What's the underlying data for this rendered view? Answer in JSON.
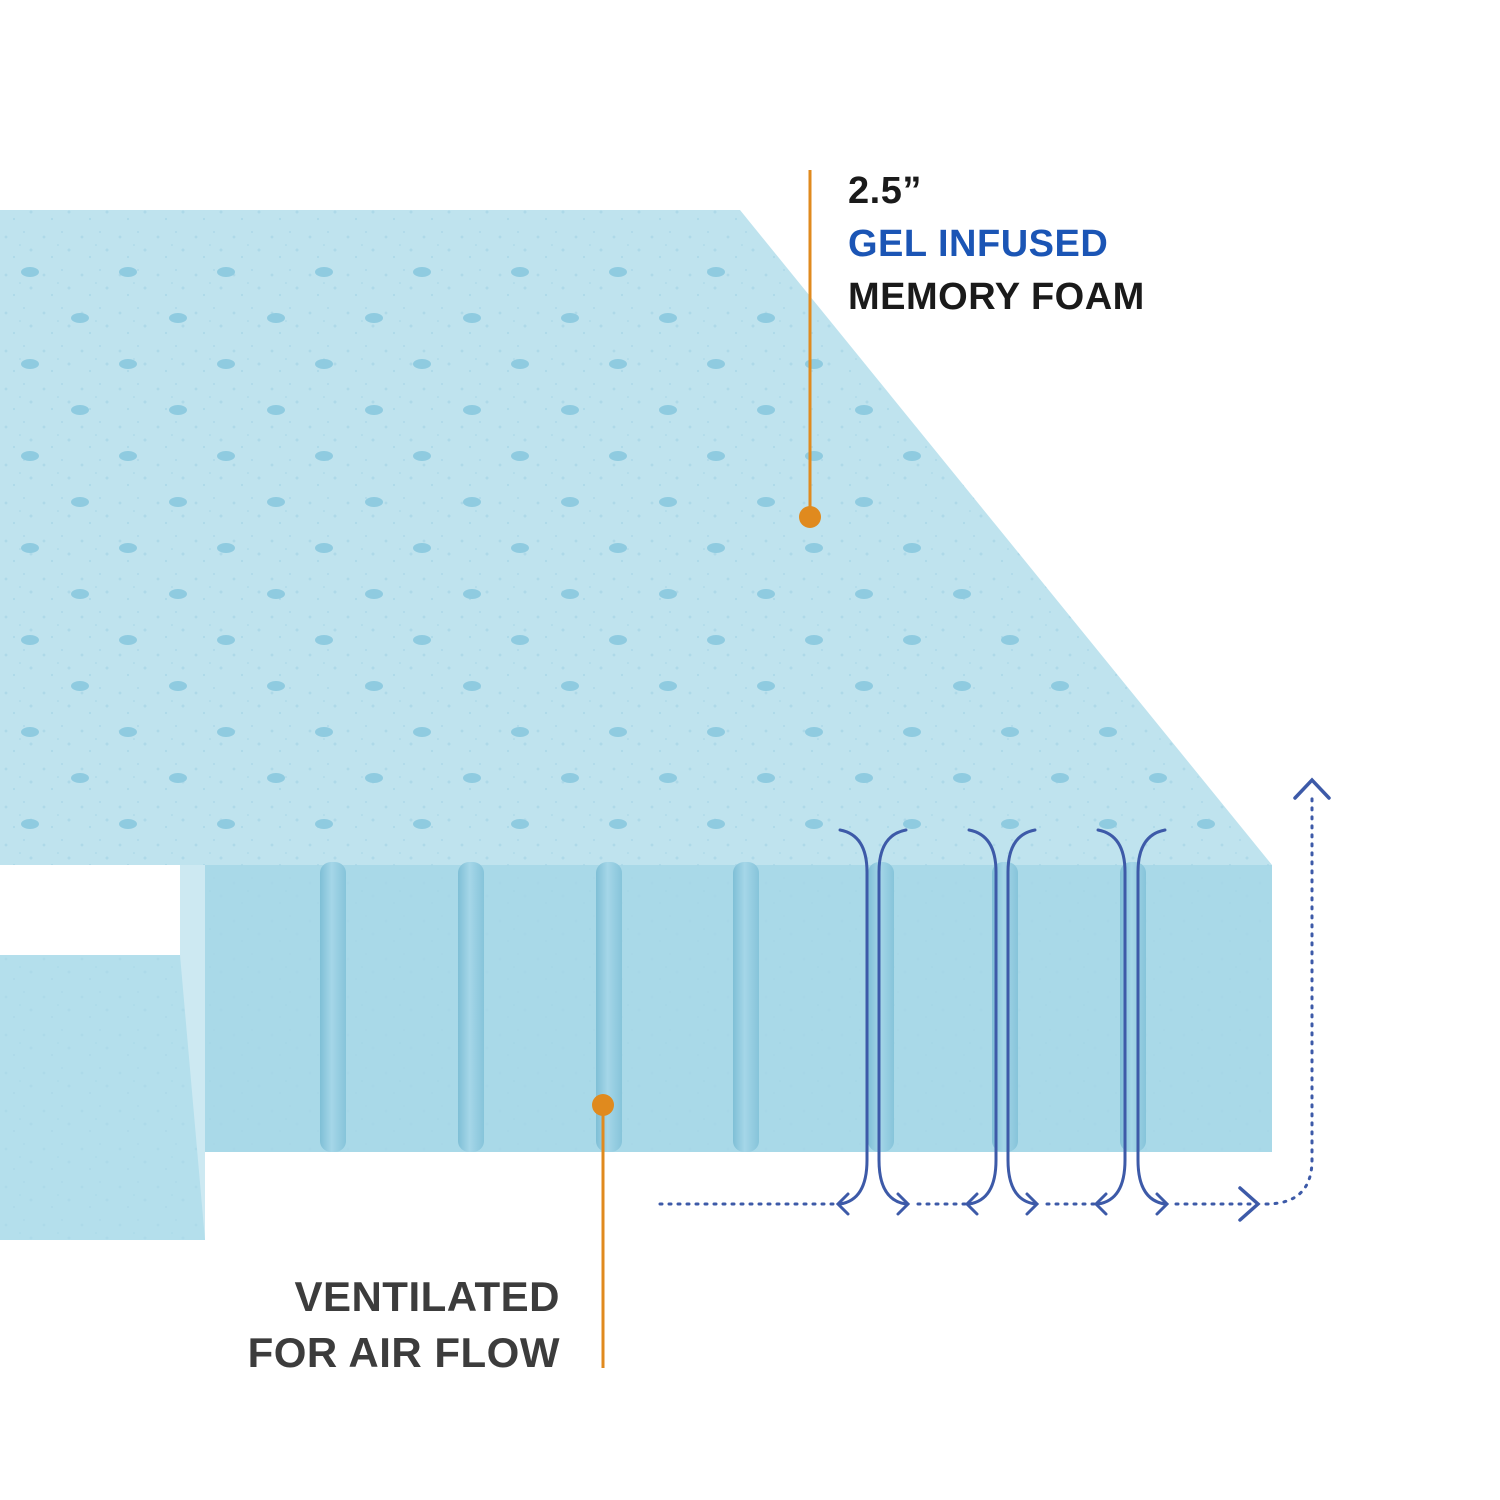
{
  "callouts": {
    "top": {
      "thickness": "2.5”",
      "highlight": "GEL INFUSED",
      "material": "MEMORY FOAM"
    },
    "bottom": {
      "line1": "VENTILATED",
      "line2": "FOR AIR FLOW"
    }
  },
  "colors": {
    "foam_top": "#bfe3ee",
    "foam_front": "#a9d9e8",
    "foam_side": "#c8e8f1",
    "pore": "#8fcbe0",
    "leader": "#e08a1e",
    "airflow": "#3d5aa8",
    "text_dark": "#1a1a1a",
    "text_blue": "#1b55b5",
    "text_gray": "#3c3c3c"
  },
  "icons": {
    "leader_dot": "orange-dot-icon",
    "airflow_arrow": "arrow-icon"
  }
}
